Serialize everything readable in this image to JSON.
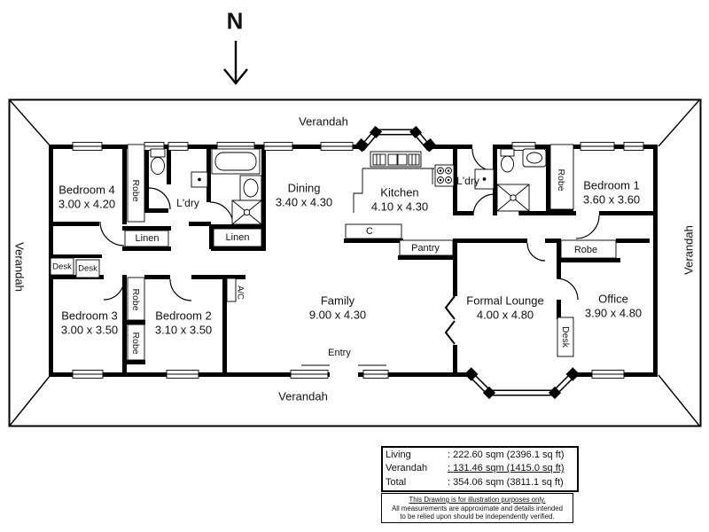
{
  "compass": {
    "label": "N"
  },
  "verandah": {
    "top": "Verandah",
    "bottom": "Verandah",
    "left": "Verandah",
    "right": "Verandah"
  },
  "rooms": {
    "bedroom4": {
      "name": "Bedroom 4",
      "dims": "3.00 x 4.20"
    },
    "bedroom3": {
      "name": "Bedroom 3",
      "dims": "3.00 x 3.50"
    },
    "bedroom2": {
      "name": "Bedroom 2",
      "dims": "3.10 x 3.50"
    },
    "bedroom1": {
      "name": "Bedroom 1",
      "dims": "3.60 x 3.60"
    },
    "dining": {
      "name": "Dining",
      "dims": "3.40 x 4.30"
    },
    "kitchen": {
      "name": "Kitchen",
      "dims": "4.10 x 4.30"
    },
    "family": {
      "name": "Family",
      "dims": "9.00 x 4.30"
    },
    "formal_lounge": {
      "name": "Formal Lounge",
      "dims": "4.00 x 4.80"
    },
    "office": {
      "name": "Office",
      "dims": "3.90 x 4.80"
    }
  },
  "features": {
    "ldry_left": "L'dry",
    "ldry_right": "L'dry",
    "linen_left": "Linen",
    "linen_right": "Linen",
    "robe_bedroom4": "Robe",
    "robe_ensuite": "Robe",
    "robe_hall": "Robe",
    "robe_bedroom3": "Robe",
    "robe_bedroom2": "Robe",
    "desk_hall_1": "Desk",
    "desk_hall_2": "Desk",
    "desk_office": "Desk",
    "cupboard": "C",
    "pantry": "Pantry",
    "ac": "A/C",
    "entry": "Entry"
  },
  "area_table": {
    "rows": [
      {
        "label": "Living",
        "separator": ":",
        "value": "222.60 sqm (2396.1 sq ft)"
      },
      {
        "label": "Verandah",
        "separator": ":",
        "value": "131.46 sqm (1415.0 sq ft)"
      },
      {
        "label": "Total",
        "separator": ":",
        "value": "354.06 sqm (3811.1 sq ft)"
      }
    ]
  },
  "disclaimer": {
    "line1": "This Drawing is for illustration purposes only.",
    "line2": "All measurements are approximate and details intended",
    "line3": "to be relied upon should be independently verified."
  },
  "colors": {
    "wall": "#000000",
    "background": "#ffffff"
  }
}
